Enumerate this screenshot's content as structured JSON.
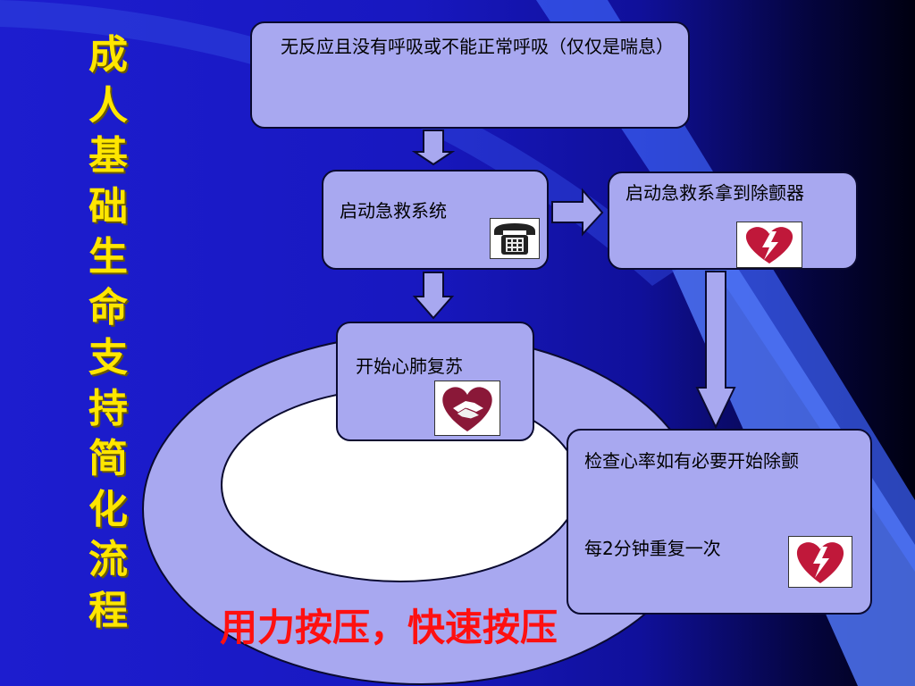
{
  "title_chars": [
    "成",
    "人",
    "基",
    "础",
    "生",
    "命",
    "支",
    "持",
    "简",
    "化",
    "流",
    "程"
  ],
  "nodes": {
    "unresponsive": "无反应且没有呼吸或不能正常呼吸（仅仅是喘息）",
    "activate_ems": "启动急救系统",
    "get_defibrillator": "启动急救系拿到除颤器",
    "start_cpr": "开始心肺复苏",
    "check_rhythm": "检查心率如有必要开始除颤",
    "repeat_every_2min": "每2分钟重复一次"
  },
  "slogan": "用力按压，快速按压",
  "icons": [
    "telephone-icon",
    "aed-heart-icon",
    "cpr-hands-heart-icon",
    "aed-heart-icon"
  ],
  "colors": {
    "background": "#1818c0",
    "box_fill": "#a8a8f0",
    "title": "#ffe600",
    "slogan": "#ff1010",
    "heart": "#c0183a"
  }
}
